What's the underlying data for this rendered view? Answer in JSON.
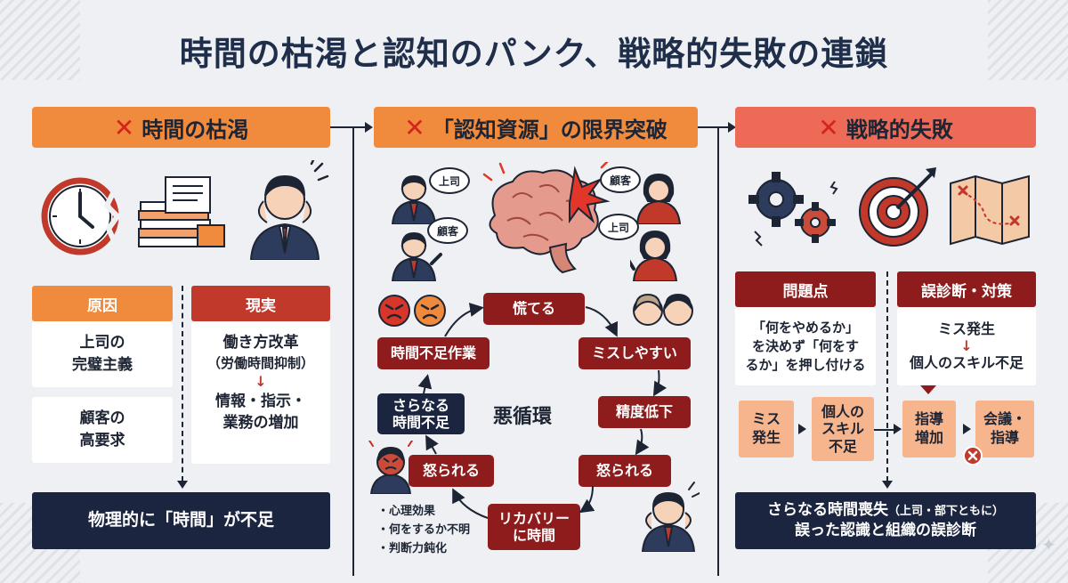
{
  "title": "時間の枯渇と認知のパンク、戦略的失敗の連鎖",
  "col1": {
    "heading_mark": "✕",
    "heading": "時間の枯渇",
    "cause_tag": "原因",
    "reality_tag": "現実",
    "cause1": [
      "上司の",
      "完璧主義"
    ],
    "cause2": [
      "顧客の",
      "高要求"
    ],
    "reality_top": [
      "働き方改革",
      "（労働時間抑制）"
    ],
    "reality_bottom": [
      "情報・指示・",
      "業務の増加"
    ],
    "result": "物理的に「時間」が不足"
  },
  "col2": {
    "heading_mark": "✕",
    "heading": "「認知資源」の限界突破",
    "bubble_boss1": "上司",
    "bubble_client1": "顧客",
    "bubble_client2": "顧客",
    "bubble_boss2": "上司",
    "loop_center": "悪循環",
    "steps": {
      "panic": "慌てる",
      "mistake": "ミスしやすい",
      "accuracy": "精度低下",
      "scolded_right": "怒られる",
      "recovery": [
        "リカバリー",
        "に時間"
      ],
      "scolded_left": "怒られる",
      "more_time": [
        "さらなる",
        "時間不足"
      ],
      "short_work": "時間不足作業"
    },
    "notes": [
      "・心理効果",
      "・何をするか不明",
      "・判断力鈍化"
    ]
  },
  "col3": {
    "heading_mark": "✕",
    "heading": "戦略的失敗",
    "problem_tag": "問題点",
    "diag_tag": "誤診断・対策",
    "problem_text": [
      "「何をやめるか」",
      "を決めず「何をす",
      "るか」を押し付ける"
    ],
    "diag_top": "ミス発生",
    "diag_bottom": "個人のスキル不足",
    "flow": {
      "b1": [
        "ミス",
        "発生"
      ],
      "b2": [
        "個人の",
        "スキル",
        "不足"
      ],
      "b3": [
        "指導",
        "増加"
      ],
      "b4": [
        "会議・",
        "指導"
      ]
    },
    "result_line1": "さらなる時間喪失",
    "result_line1_small": "（上司・部下ともに）",
    "result_line2": "誤った認識と組織の誤診断"
  },
  "colors": {
    "orange": "#f08a3c",
    "crimson": "#8e1c1c",
    "navy": "#1b2540",
    "salmon": "#ec6a56",
    "peach": "#f7b58e"
  }
}
